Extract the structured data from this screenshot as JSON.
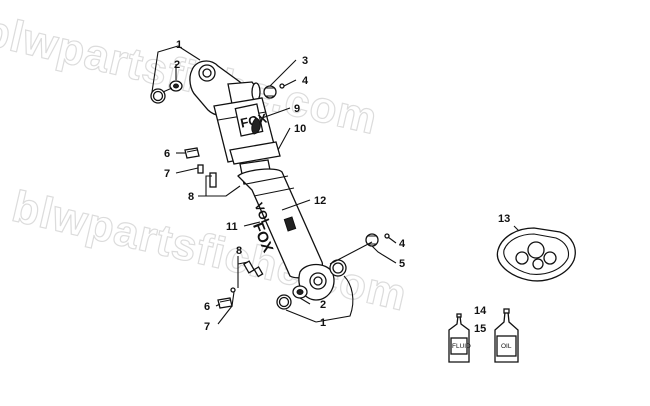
{
  "watermark": "blwpartsfiche.com",
  "shock": {
    "brand": "FOX",
    "model": "VOL",
    "reservoir_logo": "FOX"
  },
  "bottles": {
    "fluid_label": "FLUID",
    "oil_label": "OIL"
  },
  "callouts": [
    {
      "id": "c1a",
      "text": "1"
    },
    {
      "id": "c2a",
      "text": "2"
    },
    {
      "id": "c3",
      "text": "3"
    },
    {
      "id": "c4a",
      "text": "4"
    },
    {
      "id": "c9",
      "text": "9"
    },
    {
      "id": "c10",
      "text": "10"
    },
    {
      "id": "c6a",
      "text": "6"
    },
    {
      "id": "c7a",
      "text": "7"
    },
    {
      "id": "c8a",
      "text": "8"
    },
    {
      "id": "c12",
      "text": "12"
    },
    {
      "id": "c11",
      "text": "11"
    },
    {
      "id": "c13",
      "text": "13"
    },
    {
      "id": "c4b",
      "text": "4"
    },
    {
      "id": "c5",
      "text": "5"
    },
    {
      "id": "c8b",
      "text": "8"
    },
    {
      "id": "c2b",
      "text": "2"
    },
    {
      "id": "c6b",
      "text": "6"
    },
    {
      "id": "c1b",
      "text": "1"
    },
    {
      "id": "c7b",
      "text": "7"
    },
    {
      "id": "c14",
      "text": "14"
    },
    {
      "id": "c15",
      "text": "15"
    }
  ]
}
